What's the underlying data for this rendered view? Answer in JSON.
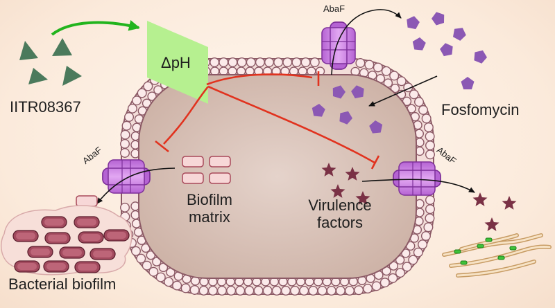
{
  "labels": {
    "compound": "IITR08367",
    "delta_ph": "ΔpH",
    "fosfomycin": "Fosfomycin",
    "biofilm_matrix_1": "Biofilm",
    "biofilm_matrix_2": "matrix",
    "virulence_1": "Virulence",
    "virulence_2": "factors",
    "bacterial_biofilm": "Bacterial biofilm",
    "pump": "AbaF"
  },
  "colors": {
    "membrane_fill": "#f3ddd9",
    "membrane_outline": "#8c5a66",
    "cytoplasm": "#d8c1b6",
    "triangle": "#4b7a5c",
    "delta_ph_box": "#b6f090",
    "arrow_green": "#22b41e",
    "pentagon": "#8b58b4",
    "star": "#7a3145",
    "pump": "#c879e2",
    "inhibition": "#e1321e",
    "matrix_block": "#f7d7d7"
  }
}
